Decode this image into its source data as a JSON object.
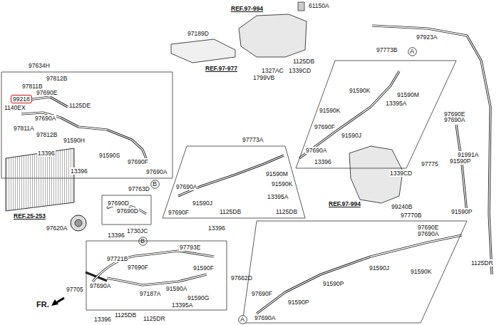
{
  "diagram": {
    "nodes": [
      {
        "text": [
          "97634H"
        ]
      },
      {
        "text": [
          "99218"
        ],
        "in": 0
      },
      {
        "text": [
          "97773B"
        ]
      },
      {
        "text": [
          "A"
        ]
      },
      {
        "text": [
          "B"
        ]
      },
      {
        "text": [
          "97773A"
        ]
      },
      {
        "text": [
          "97763D"
        ]
      },
      {
        "text": [
          "B"
        ]
      },
      {
        "text": [
          "97662D"
        ]
      },
      {
        "text": [
          "97770B"
        ]
      },
      {
        "text": [
          "A"
        ]
      }
    ],
    "labels": [
      "REF.97-994",
      "61150A",
      "97189D",
      "REF.97-977",
      "1125DB",
      "1327AC",
      "1339CD",
      "1799VB",
      "97923A",
      "97812B",
      "97811B",
      "97690E",
      "1140EX",
      "1125DE",
      "97690A",
      "97811A",
      "97812B",
      "91590H",
      "13396",
      "91590S",
      "97690F",
      "13396",
      "97690A",
      "91590K",
      "91590M",
      "13395A",
      "91590K",
      "97690F",
      "91590J",
      "97690A",
      "13396",
      "97690E",
      "97690A",
      "91991A",
      "91590P",
      "97775",
      "1339CD",
      "REF.97-994",
      "99240B",
      "91590P",
      "97690E",
      "97690A",
      "1125DR",
      "91590J",
      "91590K",
      "91590P",
      "97690F",
      "91590P",
      "97690A",
      "97690A",
      "91590J",
      "91590M",
      "91590K",
      "13395A",
      "97690F",
      "1125DB",
      "1125DB",
      "13396",
      "REF.25-253",
      "97690D",
      "97690D",
      "97620A",
      "13396",
      "1730JC",
      "97705",
      "97721B",
      "97793E",
      "97690F",
      "91590F",
      "97690A",
      "97187A",
      "91590A",
      "91590G",
      "13395A",
      "13396",
      "1125DB",
      "1125DR",
      "FR."
    ]
  }
}
